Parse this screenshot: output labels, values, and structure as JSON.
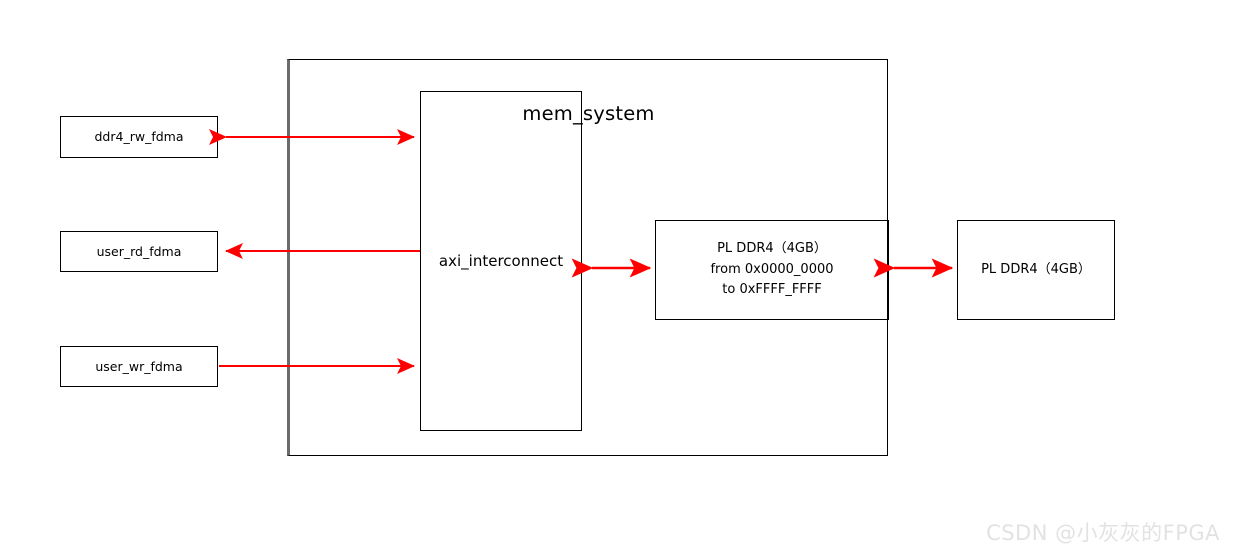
{
  "diagram": {
    "title_block": "mem_system",
    "watermark": "CSDN @小灰灰的FPGA",
    "colors": {
      "arrow": "#ff0000",
      "box_border": "#000000",
      "container_left_border": "#6b6b6b",
      "background": "#ffffff",
      "watermark": "#e2e2e2"
    },
    "left_blocks": [
      {
        "label": "ddr4_rw_fdma"
      },
      {
        "label": "user_rd_fdma"
      },
      {
        "label": "user_wr_fdma"
      }
    ],
    "interconnect": {
      "label": "axi_interconnect"
    },
    "inner_memory": {
      "line1": "PL DDR4（4GB）",
      "line2": "from 0x0000_0000",
      "line3": "to 0xFFFF_FFFF"
    },
    "external_memory": {
      "label": "PL DDR4（4GB）"
    },
    "connections": [
      {
        "name": "ddr4-rw-fdma-to-interconnect",
        "direction": "bidirectional"
      },
      {
        "name": "interconnect-to-user-rd-fdma",
        "direction": "left"
      },
      {
        "name": "user-wr-fdma-to-interconnect",
        "direction": "right"
      },
      {
        "name": "interconnect-to-pl-ddr4",
        "direction": "bidirectional"
      },
      {
        "name": "pl-ddr4-to-external-ddr4",
        "direction": "bidirectional"
      }
    ]
  }
}
